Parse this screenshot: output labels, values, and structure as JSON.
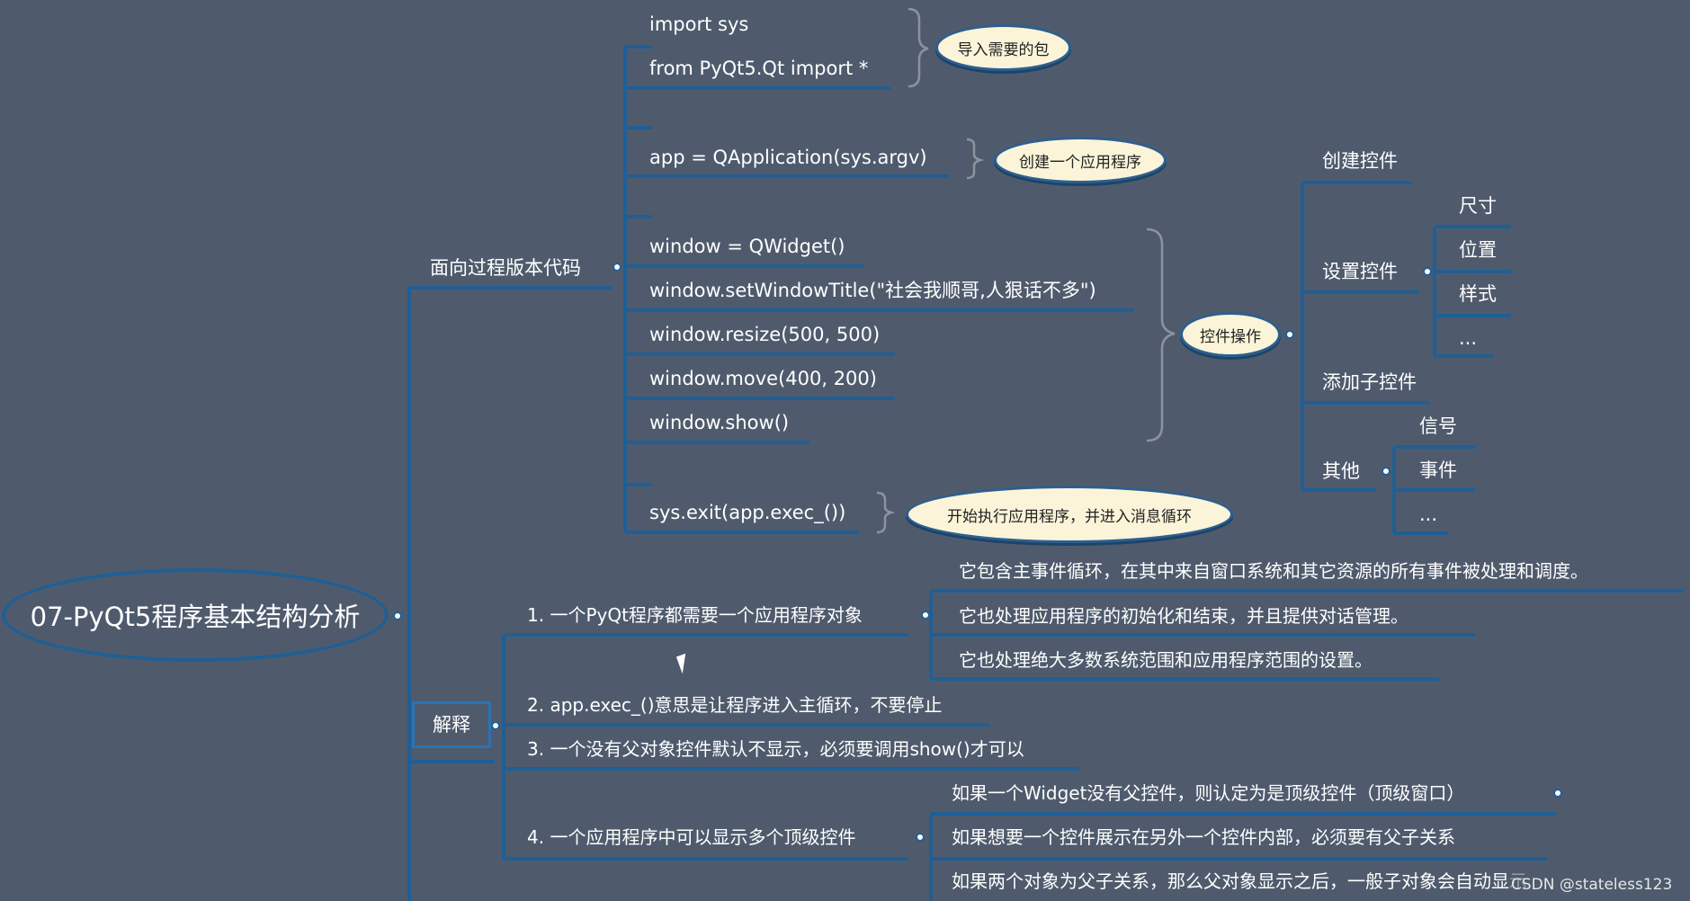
{
  "root": {
    "title": "07-PyQt5程序基本结构分析"
  },
  "branch_procedural": {
    "label": "面向过程版本代码"
  },
  "code_lines": [
    "import sys",
    "from PyQt5.Qt import *",
    "app = QApplication(sys.argv)",
    "window = QWidget()",
    "window.setWindowTitle(\"社会我顺哥,人狠话不多\")",
    "window.resize(500, 500)",
    "window.move(400, 200)",
    "window.show()",
    "sys.exit(app.exec_())"
  ],
  "notes": {
    "import_packages": "导入需要的包",
    "create_app": "创建一个应用程序",
    "widget_ops": "控件操作",
    "exec_loop": "开始执行应用程序，并进入消息循环"
  },
  "widget_ops": {
    "create": "创建控件",
    "settings": "设置控件",
    "settings_items": [
      "尺寸",
      "位置",
      "样式",
      "..."
    ],
    "add_child": "添加子控件",
    "other": "其他",
    "other_items": [
      "信号",
      "事件",
      "..."
    ]
  },
  "branch_explain": {
    "label": "解释"
  },
  "explain_items": [
    "1. 一个PyQt程序都需要一个应用程序对象",
    "2. app.exec_()意思是让程序进入主循环，不要停止",
    "3. 一个没有父对象控件默认不显示，必须要调用show()才可以",
    "4. 一个应用程序中可以显示多个顶级控件"
  ],
  "explain_1_details": [
    "它包含主事件循环，在其中来自窗口系统和其它资源的所有事件被处理和调度。",
    "它也处理应用程序的初始化和结束，并且提供对话管理。",
    "它也处理绝大多数系统范围和应用程序范围的设置。"
  ],
  "explain_4_details": [
    "如果一个Widget没有父控件，则认定为是顶级控件（顶级窗口）",
    "如果想要一个控件展示在另外一个控件内部，必须要有父子关系",
    "如果两个对象为父子关系，那么父对象显示之后，一般子对象会自动显示"
  ],
  "watermark": "CSDN @stateless123"
}
